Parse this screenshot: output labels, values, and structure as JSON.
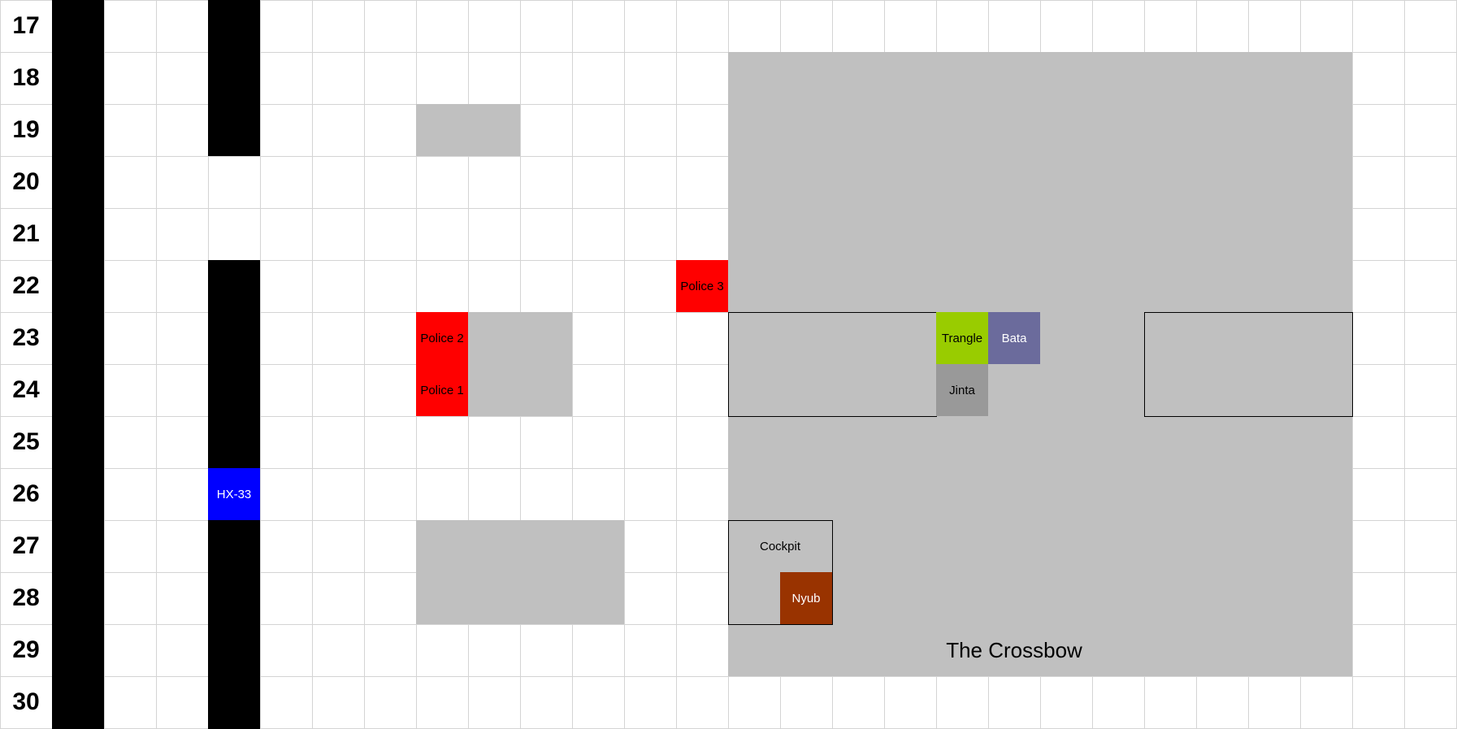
{
  "rows": [
    "17",
    "18",
    "19",
    "20",
    "21",
    "22",
    "23",
    "24",
    "25",
    "26",
    "27",
    "28",
    "29",
    "30"
  ],
  "ship_name": "The Crossbow",
  "cockpit_label": "Cockpit",
  "colors": {
    "wall": "#000000",
    "terrain": "#c0c0c0",
    "grid": "#d4d4d4",
    "police": "#ff0000",
    "hx33": "#0000ff",
    "trangle": "#99cc00",
    "bata": "#6b6b9c",
    "jinta": "#999999",
    "nyub": "#993300"
  },
  "tokens": {
    "police3": "Police 3",
    "police2": "Police 2",
    "police1": "Police 1",
    "hx33": "HX-33",
    "trangle": "Trangle",
    "bata": "Bata",
    "jinta": "Jinta",
    "nyub": "Nyub"
  }
}
